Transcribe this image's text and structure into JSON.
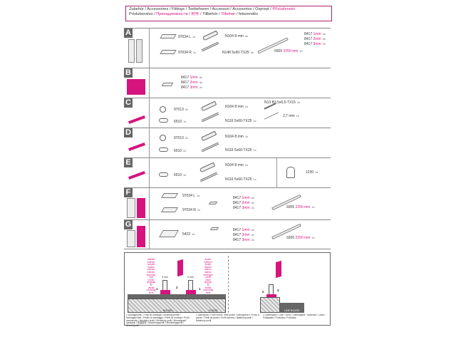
{
  "header": {
    "line1_black": "Zubehör / Accessoires / Fittings / Toebehoren / Accessori / Accesorios / Osprzęt / ",
    "line1_pink": "Příslušenství",
    "line2_black": "Príslušenstvo / ",
    "line2_pink": "Принадлежности",
    "line2_black2": " / ",
    "line2_pink2": "附件",
    "line2_black3": " / Tillbehör / ",
    "line2_pink3": "Tilbehør",
    "line2_black4": " / fetszerelés"
  },
  "rows": [
    {
      "letter": "A",
      "items": [
        {
          "code": "97034 L",
          "qty": "1x"
        },
        {
          "code": "97034 R",
          "qty": "1x"
        },
        {
          "code": "N104 8 mm",
          "qty": "4x"
        },
        {
          "code": "N148 5x60-TX25",
          "qty": "4x"
        },
        {
          "code": "9305",
          "size": "2250 mm",
          "qty": "1x"
        },
        {
          "code": "8417",
          "size": "1mm",
          "qty": "4x"
        },
        {
          "code": "8417",
          "size": "2mm",
          "qty": "4x"
        },
        {
          "code": "8417",
          "size": "3mm",
          "qty": "2x"
        }
      ]
    },
    {
      "letter": "B",
      "items": [
        {
          "code": "8417",
          "size": "1mm",
          "qty": "4x"
        },
        {
          "code": "8417",
          "size": "2mm",
          "qty": "4x"
        },
        {
          "code": "8417",
          "size": "3mm",
          "qty": "2x"
        }
      ]
    },
    {
      "letter": "C",
      "items": [
        {
          "code": "97013",
          "qty": "2x"
        },
        {
          "code": "6510",
          "qty": "1x"
        },
        {
          "code": "N104 8 mm",
          "qty": "1x"
        },
        {
          "code": "N116 5x60-TX25",
          "qty": "1x"
        },
        {
          "code": "N13 B3,5x6,5-TX15",
          "qty": "1x"
        },
        {
          "code": "2,7 mm",
          "qty": "1x"
        }
      ]
    },
    {
      "letter": "D",
      "items": [
        {
          "code": "97013",
          "qty": "2x"
        },
        {
          "code": "6510",
          "qty": "2x"
        },
        {
          "code": "N104 8 mm",
          "qty": "1x"
        },
        {
          "code": "N116 5x60-TX25",
          "qty": "1x"
        }
      ]
    },
    {
      "letter": "E",
      "items": [
        {
          "code": "6510",
          "qty": "1x"
        },
        {
          "code": "N104 8 mm",
          "qty": "1x"
        },
        {
          "code": "N116 5x60-TX25",
          "qty": "1x"
        },
        {
          "code": "1230",
          "qty": "1x"
        }
      ]
    },
    {
      "letter": "F",
      "items": [
        {
          "code": "97034 L",
          "qty": "1x"
        },
        {
          "code": "97034 R",
          "qty": "1x"
        },
        {
          "code": "8417",
          "size": "1mm",
          "qty": "4x"
        },
        {
          "code": "8417",
          "size": "2mm",
          "qty": "4x"
        },
        {
          "code": "8417",
          "size": "3mm",
          "qty": "2x"
        },
        {
          "code": "9305",
          "size": "2250 mm",
          "qty": "1x"
        }
      ]
    },
    {
      "letter": "G",
      "items": [
        {
          "code": "5422",
          "qty": "1x"
        },
        {
          "code": "8417",
          "size": "1mm",
          "qty": "4x"
        },
        {
          "code": "8417",
          "size": "2mm",
          "qty": "4x"
        },
        {
          "code": "8417",
          "size": "3mm",
          "qty": "2x"
        },
        {
          "code": "9305",
          "size": "2250 mm",
          "qty": "1x"
        }
      ]
    }
  ],
  "drawing": {
    "labels_left": [
      "outside",
      "exterior",
      "outside",
      "buiten",
      "esterno",
      "exterior",
      "zewnątrz",
      "vně",
      "vonku",
      "снаружи",
      "外",
      "utsida",
      "udvendig",
      "kívül"
    ],
    "labels_right": [
      "inside",
      "intérieur",
      "inside",
      "binnen",
      "interno",
      "interior",
      "wewnątrz",
      "uvnitř",
      "vnútri",
      "внутри",
      "内",
      "insida",
      "indvendig",
      "belül"
    ],
    "dim_1": "3 mm",
    "dim_2": "3 mm",
    "tag_left": "BOARD",
    "tag_mid": "FLIESE",
    "tag_right": "LINE BOARD",
    "num_1": "1",
    "num_2": "2",
    "num_3": "3",
    "caption_1": "1 Montageprofil / Profil de montage / Mounting profile / Montageprofiel / Profilo di montaggio / Perfil de montaje / Profil montażowy / Montážní profil / Montážny profil / Монтажный профиль / 安装型材 / Monteringsprofil / Monteringsprofil / Szerelőprofil",
    "caption_2": "2 Wandprofil / Profil mural / Wall profile / Wandprofiel / Profilo a parete / Perfil de pared / Profil ścienny / Nástěnný profil / Nástenný profil",
    "caption_3": "3 Unterlegkeil / Cale / Shim / Onderlegkeil / Spessore / Calzo / Podkładka / Podložka / Podložka"
  }
}
